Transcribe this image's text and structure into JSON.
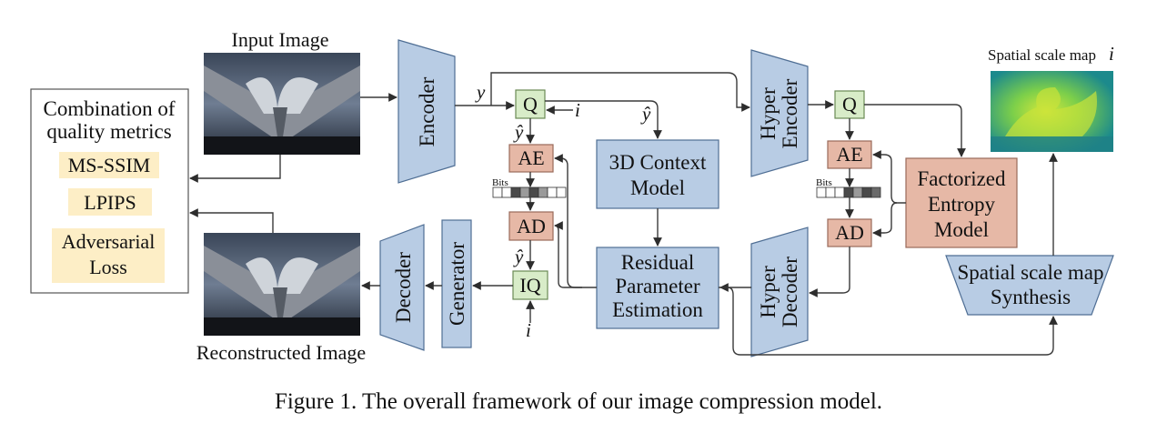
{
  "caption": "Figure 1. The overall framework of our image compression model.",
  "input_image_label": "Input Image",
  "reconstructed_image_label": "Reconstructed Image",
  "spatial_map_label": "Spatial scale map",
  "spatial_map_symbol": "i",
  "metrics": {
    "title_line1": "Combination of",
    "title_line2": "quality metrics",
    "items": [
      "MS-SSIM",
      "LPIPS",
      "Adversarial",
      "Loss"
    ]
  },
  "encoder": "Encoder",
  "decoder": "Decoder",
  "generator": "Generator",
  "hyper_encoder": [
    "Hyper",
    "Encoder"
  ],
  "hyper_decoder": [
    "Hyper",
    "Decoder"
  ],
  "q": "Q",
  "iq": "IQ",
  "ae": "AE",
  "ad": "AD",
  "bits": "Bits",
  "context_model": [
    "3D Context",
    "Model"
  ],
  "residual": [
    "Residual",
    "Parameter",
    "Estimation"
  ],
  "factorized": [
    "Factorized",
    "Entropy",
    "Model"
  ],
  "synthesis": [
    "Spatial scale map",
    "Synthesis"
  ],
  "symbols": {
    "y": "y",
    "yhat": "ŷ",
    "i": "i"
  },
  "colors": {
    "blue_fill": "#b8cce4",
    "blue_stroke": "#4f6e94",
    "green_fill": "#d8ecc8",
    "green_stroke": "#6a8a55",
    "salmon_fill": "#e6b8a6",
    "salmon_stroke": "#9a6a5a",
    "cream_fill": "#fdeec6"
  }
}
